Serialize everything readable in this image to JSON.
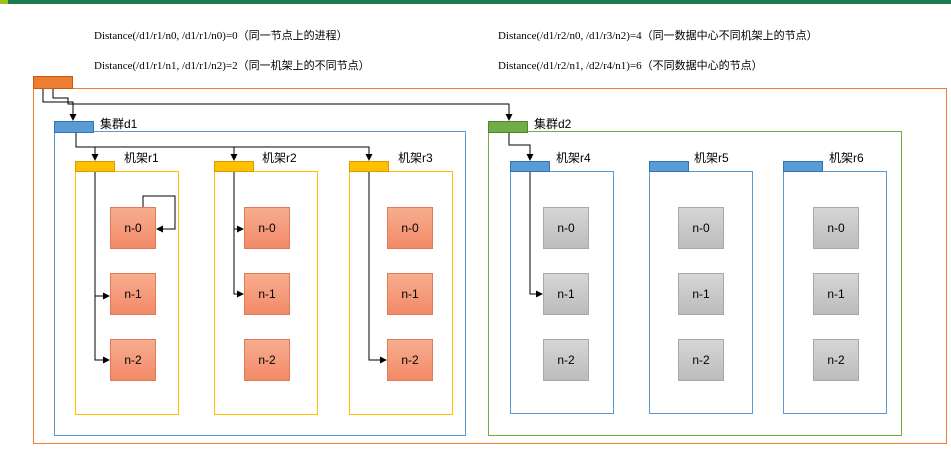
{
  "formulas": {
    "same_node": "Distance(/d1/r1/n0, /d1/r1/n0)=0（同一节点上的进程）",
    "same_rack": "Distance(/d1/r1/n1, /d1/r1/n2)=2（同一机架上的不同节点）",
    "diff_rack": "Distance(/d1/r2/n0, /d1/r3/n2)=4（同一数据中心不同机架上的节点）",
    "diff_datacenter": "Distance(/d1/r2/n1, /d2/r4/n1)=6（不同数据中心的节点）"
  },
  "clusters": [
    {
      "label": "集群d1",
      "racks": [
        {
          "label": "机架r1",
          "nodes": [
            "n-0",
            "n-1",
            "n-2"
          ]
        },
        {
          "label": "机架r2",
          "nodes": [
            "n-0",
            "n-1",
            "n-2"
          ]
        },
        {
          "label": "机架r3",
          "nodes": [
            "n-0",
            "n-1",
            "n-2"
          ]
        }
      ]
    },
    {
      "label": "集群d2",
      "racks": [
        {
          "label": "机架r4",
          "nodes": [
            "n-0",
            "n-1",
            "n-2"
          ]
        },
        {
          "label": "机架r5",
          "nodes": [
            "n-0",
            "n-1",
            "n-2"
          ]
        },
        {
          "label": "机架r6",
          "nodes": [
            "n-0",
            "n-1",
            "n-2"
          ]
        }
      ]
    }
  ],
  "colors": {
    "outer": "#ed7d31",
    "cluster_d1": "#5b9bd5",
    "cluster_d2": "#70ad47",
    "rack_d1": "#ffc000",
    "rack_d2": "#5b9bd5",
    "node_d1": "#f4a384",
    "node_d2": "#c8c8c8"
  }
}
